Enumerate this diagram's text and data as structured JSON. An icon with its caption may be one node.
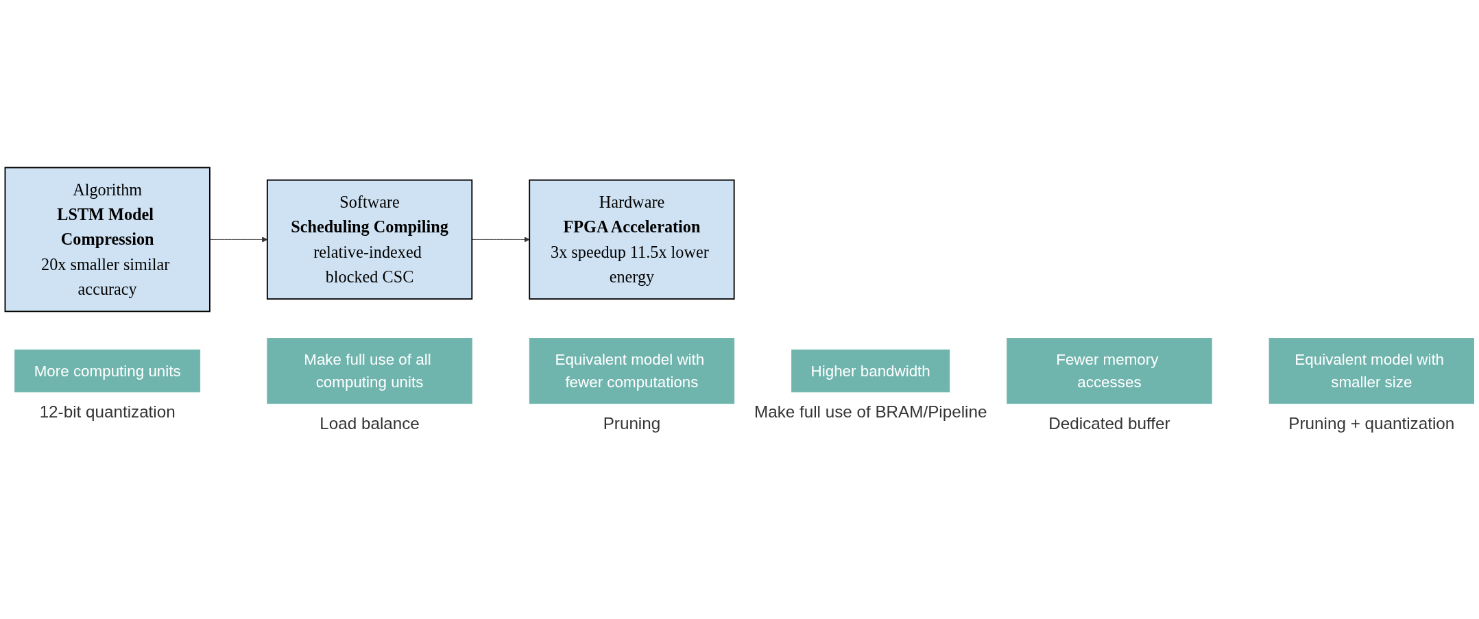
{
  "diagram": {
    "nodes": [
      {
        "text": [
          "Algorithm",
          "LSTM Model Compression",
          "20x smaller similar accuracy"
        ]
      },
      {
        "text": [
          "Software",
          "Scheduling Compiling",
          "relative-indexed blocked CSC"
        ]
      },
      {
        "text": [
          "Hardware",
          "FPGA Acceleration",
          "3x speedup 11.5x lower energy"
        ]
      },
      {
        "text": [
          "More computing units"
        ],
        "beside": [
          "12-bit quantization"
        ]
      },
      {
        "text": [
          "Make full use of all computing units"
        ],
        "beside": [
          "Load balance"
        ]
      },
      {
        "text": [
          "Equivalent model with fewer computations"
        ],
        "beside": [
          "Pruning"
        ]
      },
      {
        "text": [
          "Higher bandwidth"
        ],
        "beside": [
          "Make full use of BRAM/Pipeline"
        ]
      },
      {
        "text": [
          "Fewer memory accesses"
        ],
        "beside": [
          "Dedicated buffer"
        ]
      },
      {
        "text": [
          "Equivalent model with smaller size"
        ],
        "beside": [
          "Pruning + quantization"
        ]
      }
    ],
    "edges": [
      {
        "from": 0,
        "to": 1,
        "arrow": "to"
      },
      {
        "from": 1,
        "to": 2,
        "arrow": "to"
      }
    ]
  }
}
